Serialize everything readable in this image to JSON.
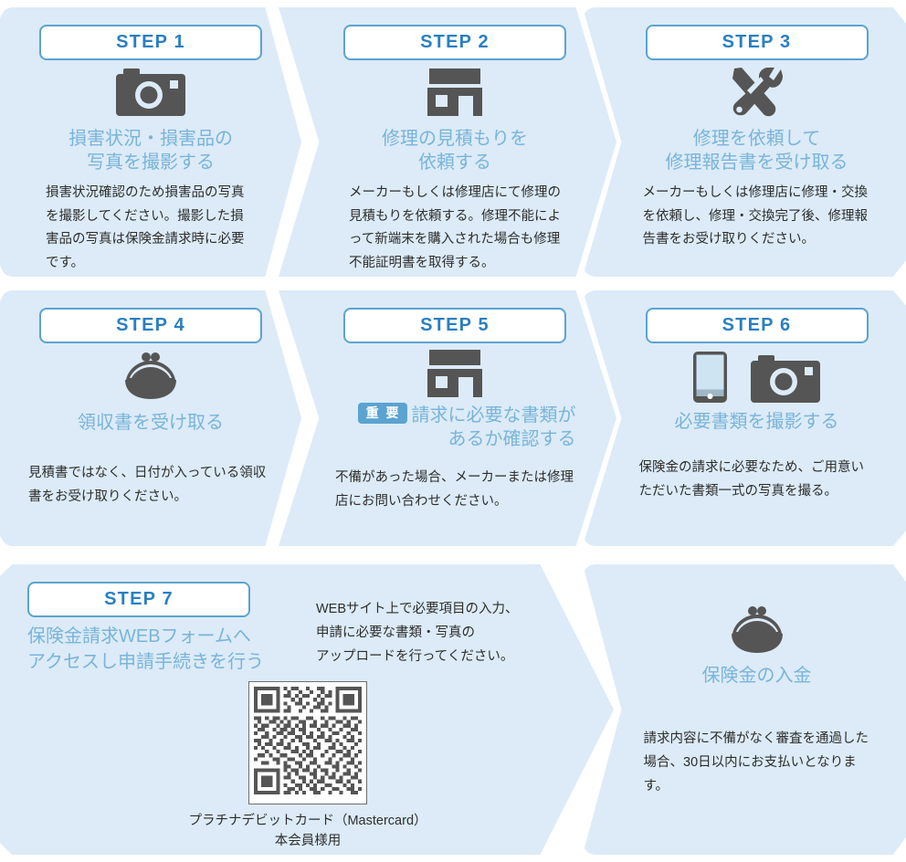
{
  "meta": {
    "colors": {
      "card_bg": "#dcebf7",
      "accent_blue": "#5ba3d0",
      "badge_text": "#2a7fc1",
      "heading_blue": "#79b4da",
      "body_text": "#2d2d2d",
      "icon_gray": "#555555",
      "page_bg": "#ffffff"
    }
  },
  "steps": [
    {
      "badge": "STEP 1",
      "icons": [
        "camera-icon"
      ],
      "heading_lines": [
        "損害状況・損害品の",
        "写真を撮影する"
      ],
      "body": "損害状況確認のため損害品の写真を撮影してください。撮影した損害品の写真は保険金請求時に必要です。"
    },
    {
      "badge": "STEP 2",
      "icons": [
        "store-icon"
      ],
      "heading_lines": [
        "修理の見積もりを",
        "依頼する"
      ],
      "body": "メーカーもしくは修理店にて修理の見積もりを依頼する。修理不能によって新端末を購入された場合も修理不能証明書を取得する。"
    },
    {
      "badge": "STEP 3",
      "icons": [
        "tools-icon"
      ],
      "heading_lines": [
        "修理を依頼して",
        "修理報告書を受け取る"
      ],
      "body": "メーカーもしくは修理店に修理・交換を依頼し、修理・交換完了後、修理報告書をお受け取りください。"
    },
    {
      "badge": "STEP 4",
      "icons": [
        "purse-icon"
      ],
      "heading_lines": [
        "領収書を受け取る"
      ],
      "body": "見積書ではなく、日付が入っている領収書をお受け取りください。"
    },
    {
      "badge": "STEP 5",
      "icons": [
        "store-icon"
      ],
      "important_label": "重 要",
      "heading_lines": [
        "請求に必要な書類が",
        "あるか確認する"
      ],
      "body": "不備があった場合、メーカーまたは修理店にお問い合わせください。"
    },
    {
      "badge": "STEP 6",
      "icons": [
        "smartphone-icon",
        "camera-icon"
      ],
      "heading_lines": [
        "必要書類を撮影する"
      ],
      "body": "保険金の請求に必要なため、ご用意いただいた書類一式の写真を撮る。"
    }
  ],
  "step7": {
    "badge": "STEP 7",
    "heading_lines": [
      "保険金請求WEBフォームへ",
      "アクセスし申請手続きを行う"
    ],
    "body_lines": [
      "WEBサイト上で必要項目の入力、",
      "申請に必要な書類・写真の",
      "アップロードを行ってください。"
    ],
    "qr": {
      "name": "qr-code",
      "caption_lines": [
        "プラチナデビットカード（Mastercard）",
        "本会員様用"
      ]
    }
  },
  "final": {
    "icons": [
      "purse-icon"
    ],
    "heading_lines": [
      "保険金の入金"
    ],
    "body": "請求内容に不備がなく審査を通過した場合、30日以内にお支払いとなります。"
  }
}
